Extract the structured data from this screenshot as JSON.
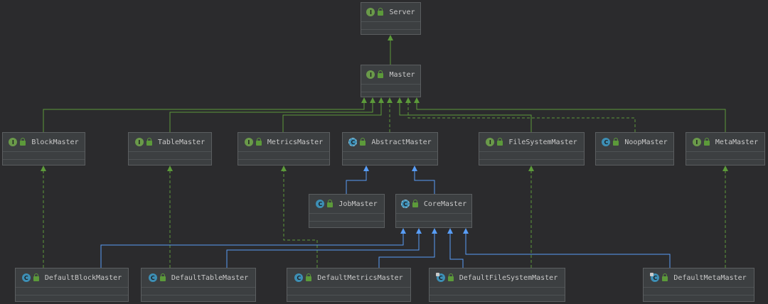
{
  "diagram": {
    "nodes": {
      "server": {
        "name": "Server",
        "kind": "interface"
      },
      "master": {
        "name": "Master",
        "kind": "interface"
      },
      "block_master": {
        "name": "BlockMaster",
        "kind": "interface"
      },
      "table_master": {
        "name": "TableMaster",
        "kind": "interface"
      },
      "metrics_master": {
        "name": "MetricsMaster",
        "kind": "interface"
      },
      "abstract_master": {
        "name": "AbstractMaster",
        "kind": "abstract"
      },
      "file_system_master": {
        "name": "FileSystemMaster",
        "kind": "interface"
      },
      "noop_master": {
        "name": "NoopMaster",
        "kind": "class"
      },
      "meta_master": {
        "name": "MetaMaster",
        "kind": "interface"
      },
      "job_master": {
        "name": "JobMaster",
        "kind": "class"
      },
      "core_master": {
        "name": "CoreMaster",
        "kind": "abstract"
      },
      "default_block_master": {
        "name": "DefaultBlockMaster",
        "kind": "class"
      },
      "default_table_master": {
        "name": "DefaultTableMaster",
        "kind": "class"
      },
      "default_metrics_master": {
        "name": "DefaultMetricsMaster",
        "kind": "class"
      },
      "default_file_system_master": {
        "name": "DefaultFileSystemMaster",
        "kind": "class-final"
      },
      "default_meta_master": {
        "name": "DefaultMetaMaster",
        "kind": "class-final"
      }
    },
    "relations": [
      {
        "from": "master",
        "to": "server",
        "type": "extends"
      },
      {
        "from": "block_master",
        "to": "master",
        "type": "extends"
      },
      {
        "from": "table_master",
        "to": "master",
        "type": "extends"
      },
      {
        "from": "metrics_master",
        "to": "master",
        "type": "extends"
      },
      {
        "from": "abstract_master",
        "to": "master",
        "type": "implements"
      },
      {
        "from": "file_system_master",
        "to": "master",
        "type": "extends"
      },
      {
        "from": "noop_master",
        "to": "master",
        "type": "implements"
      },
      {
        "from": "meta_master",
        "to": "master",
        "type": "extends"
      },
      {
        "from": "job_master",
        "to": "abstract_master",
        "type": "class-extends"
      },
      {
        "from": "core_master",
        "to": "abstract_master",
        "type": "class-extends"
      },
      {
        "from": "default_block_master",
        "to": "block_master",
        "type": "implements"
      },
      {
        "from": "default_block_master",
        "to": "core_master",
        "type": "class-extends"
      },
      {
        "from": "default_table_master",
        "to": "table_master",
        "type": "implements"
      },
      {
        "from": "default_table_master",
        "to": "core_master",
        "type": "class-extends"
      },
      {
        "from": "default_metrics_master",
        "to": "metrics_master",
        "type": "implements"
      },
      {
        "from": "default_metrics_master",
        "to": "core_master",
        "type": "class-extends"
      },
      {
        "from": "default_file_system_master",
        "to": "file_system_master",
        "type": "implements"
      },
      {
        "from": "default_file_system_master",
        "to": "core_master",
        "type": "class-extends"
      },
      {
        "from": "default_meta_master",
        "to": "meta_master",
        "type": "implements"
      },
      {
        "from": "default_meta_master",
        "to": "core_master",
        "type": "class-extends"
      }
    ],
    "colors": {
      "background": "#2b2b2d",
      "interface_edge": "#5c9a3a",
      "class_edge": "#589df6",
      "node_fill": "#3c3f41",
      "node_border": "#5b5e60"
    }
  }
}
